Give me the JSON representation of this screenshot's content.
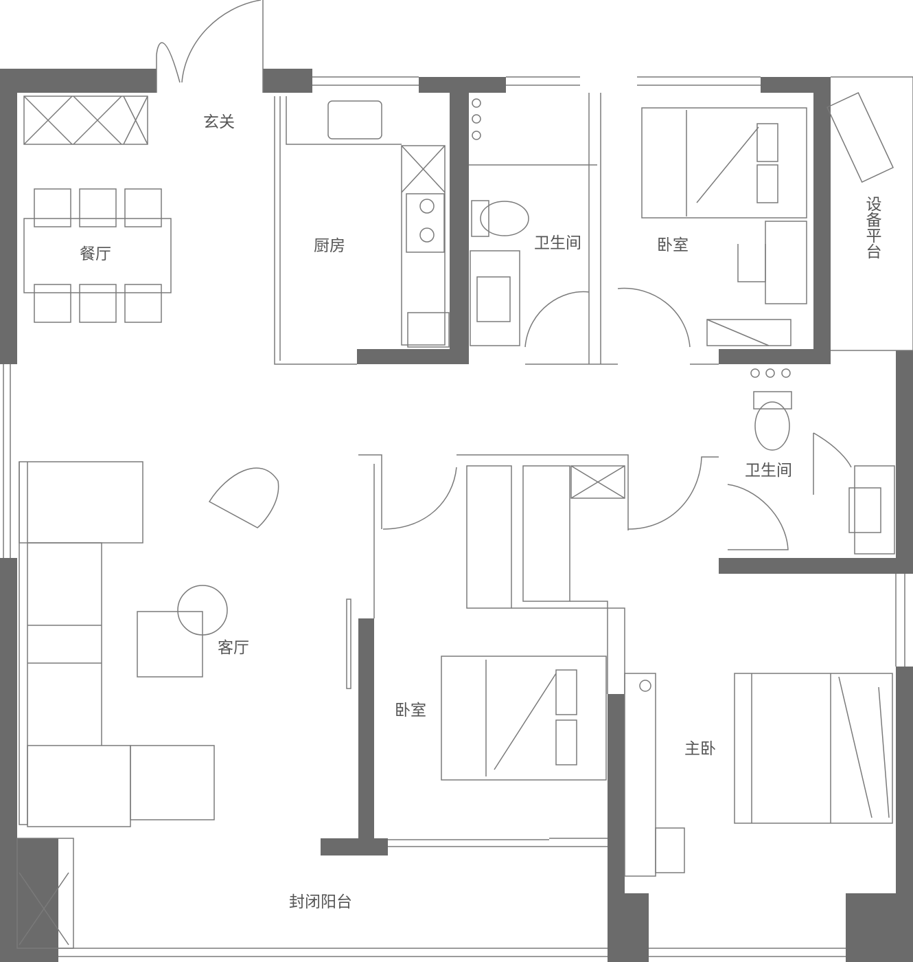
{
  "plan": {
    "colors": {
      "wall": "#6b6b6b",
      "line": "#7a7a7a",
      "text": "#555555"
    },
    "rooms": [
      {
        "id": "entry",
        "label": "玄关"
      },
      {
        "id": "dining",
        "label": "餐厅"
      },
      {
        "id": "kitchen",
        "label": "厨房"
      },
      {
        "id": "bath1",
        "label": "卫生间"
      },
      {
        "id": "bedroom1",
        "label": "卧室"
      },
      {
        "id": "equipment",
        "label": "设备平台"
      },
      {
        "id": "bath2",
        "label": "卫生间"
      },
      {
        "id": "living",
        "label": "客厅"
      },
      {
        "id": "bedroom2",
        "label": "卧室"
      },
      {
        "id": "master",
        "label": "主卧"
      },
      {
        "id": "balcony",
        "label": "封闭阳台"
      }
    ]
  }
}
